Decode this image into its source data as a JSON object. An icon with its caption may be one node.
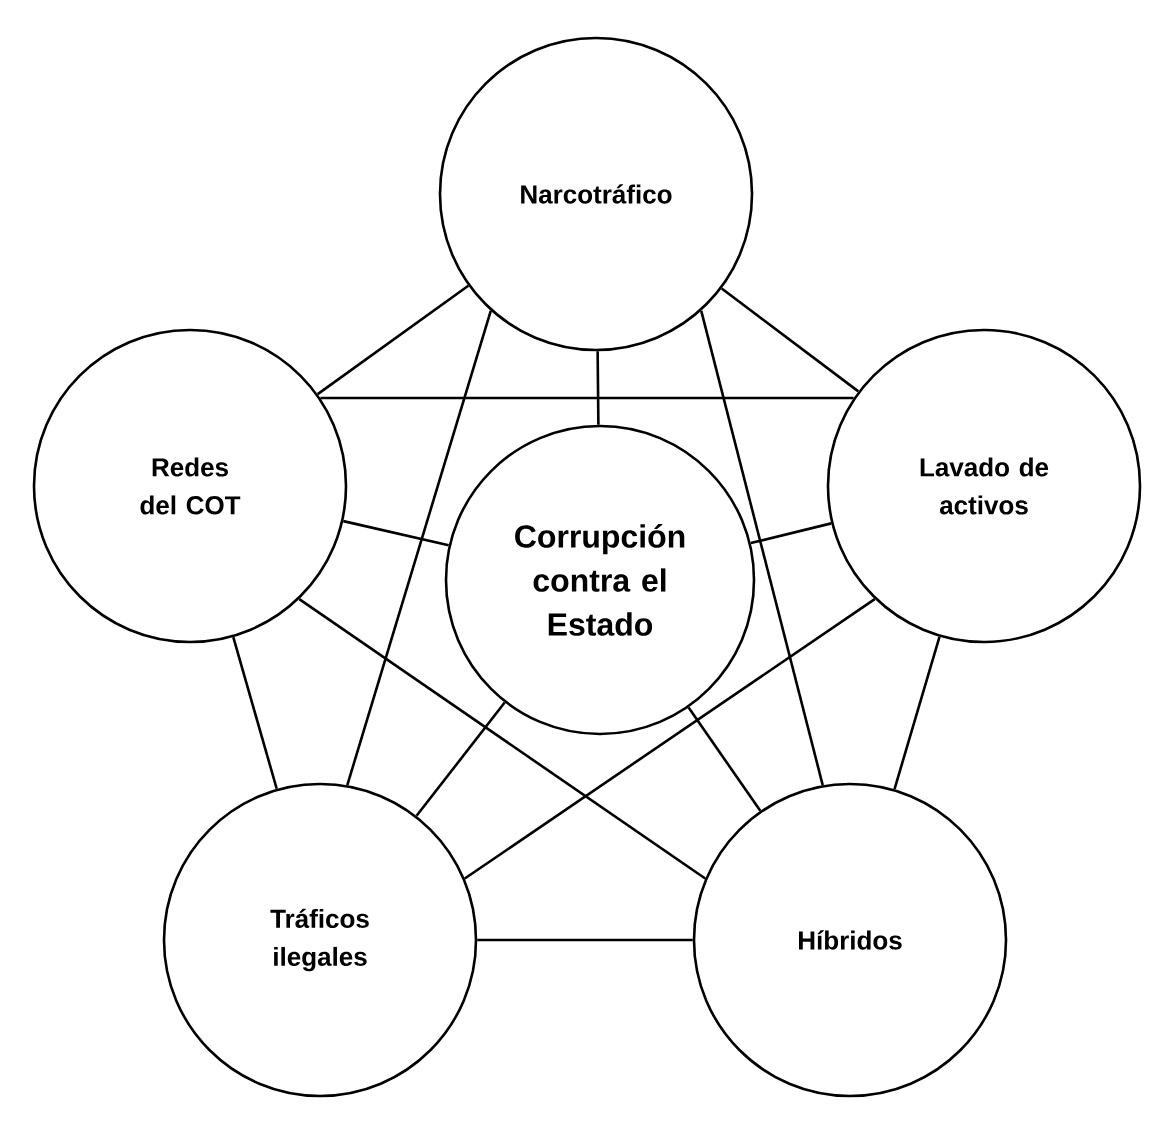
{
  "diagram": {
    "nodes": [
      {
        "text": [
          "Narcotráfico"
        ]
      },
      {
        "text": [
          "Redes del COT"
        ]
      },
      {
        "text": [
          "Corrupción **contra** el Estado"
        ]
      },
      {
        "text": [
          "Lavado de activos"
        ]
      },
      {
        "text": [
          "Tráficos ilegales"
        ]
      },
      {
        "text": [
          "Híbridos"
        ]
      }
    ],
    "edges": [
      {
        "from": 0,
        "to": 1,
        "arrow": "none"
      },
      {
        "from": 0,
        "to": 3,
        "arrow": "none"
      },
      {
        "from": 1,
        "to": 4,
        "arrow": "none"
      },
      {
        "from": 3,
        "to": 5,
        "arrow": "none"
      },
      {
        "from": 4,
        "to": 5,
        "arrow": "none"
      },
      {
        "from": 0,
        "to": 4,
        "arrow": "none"
      },
      {
        "from": 0,
        "to": 5,
        "arrow": "none"
      },
      {
        "from": 1,
        "to": 3,
        "arrow": "none"
      },
      {
        "from": 1,
        "to": 5,
        "arrow": "none"
      },
      {
        "from": 3,
        "to": 4,
        "arrow": "none"
      },
      {
        "from": 2,
        "to": 0,
        "arrow": "none"
      },
      {
        "from": 2,
        "to": 1,
        "arrow": "none"
      },
      {
        "from": 2,
        "to": 3,
        "arrow": "none"
      },
      {
        "from": 2,
        "to": 4,
        "arrow": "none"
      },
      {
        "from": 2,
        "to": 5,
        "arrow": "none"
      }
    ]
  }
}
